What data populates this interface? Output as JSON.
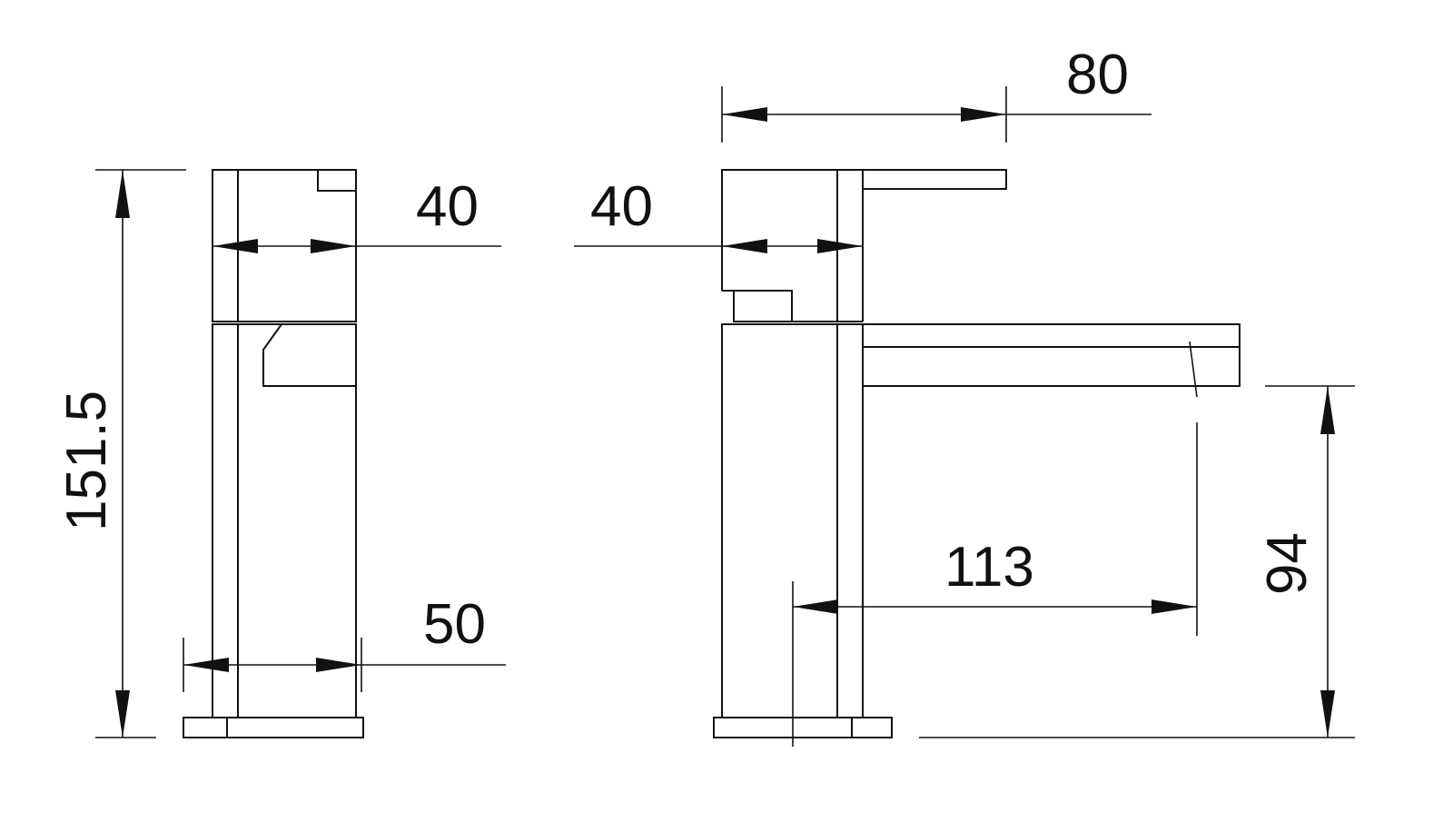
{
  "drawing": {
    "title": "Basin mixer tap dimension drawing",
    "side_view": {
      "handle_width": "40",
      "base_width": "50",
      "total_height": "151.5"
    },
    "front_view": {
      "handle_width": "40",
      "lever_reach": "80",
      "spout_projection": "113",
      "spout_height": "94"
    },
    "colors": {
      "line": "#111111",
      "background": "#ffffff"
    }
  }
}
